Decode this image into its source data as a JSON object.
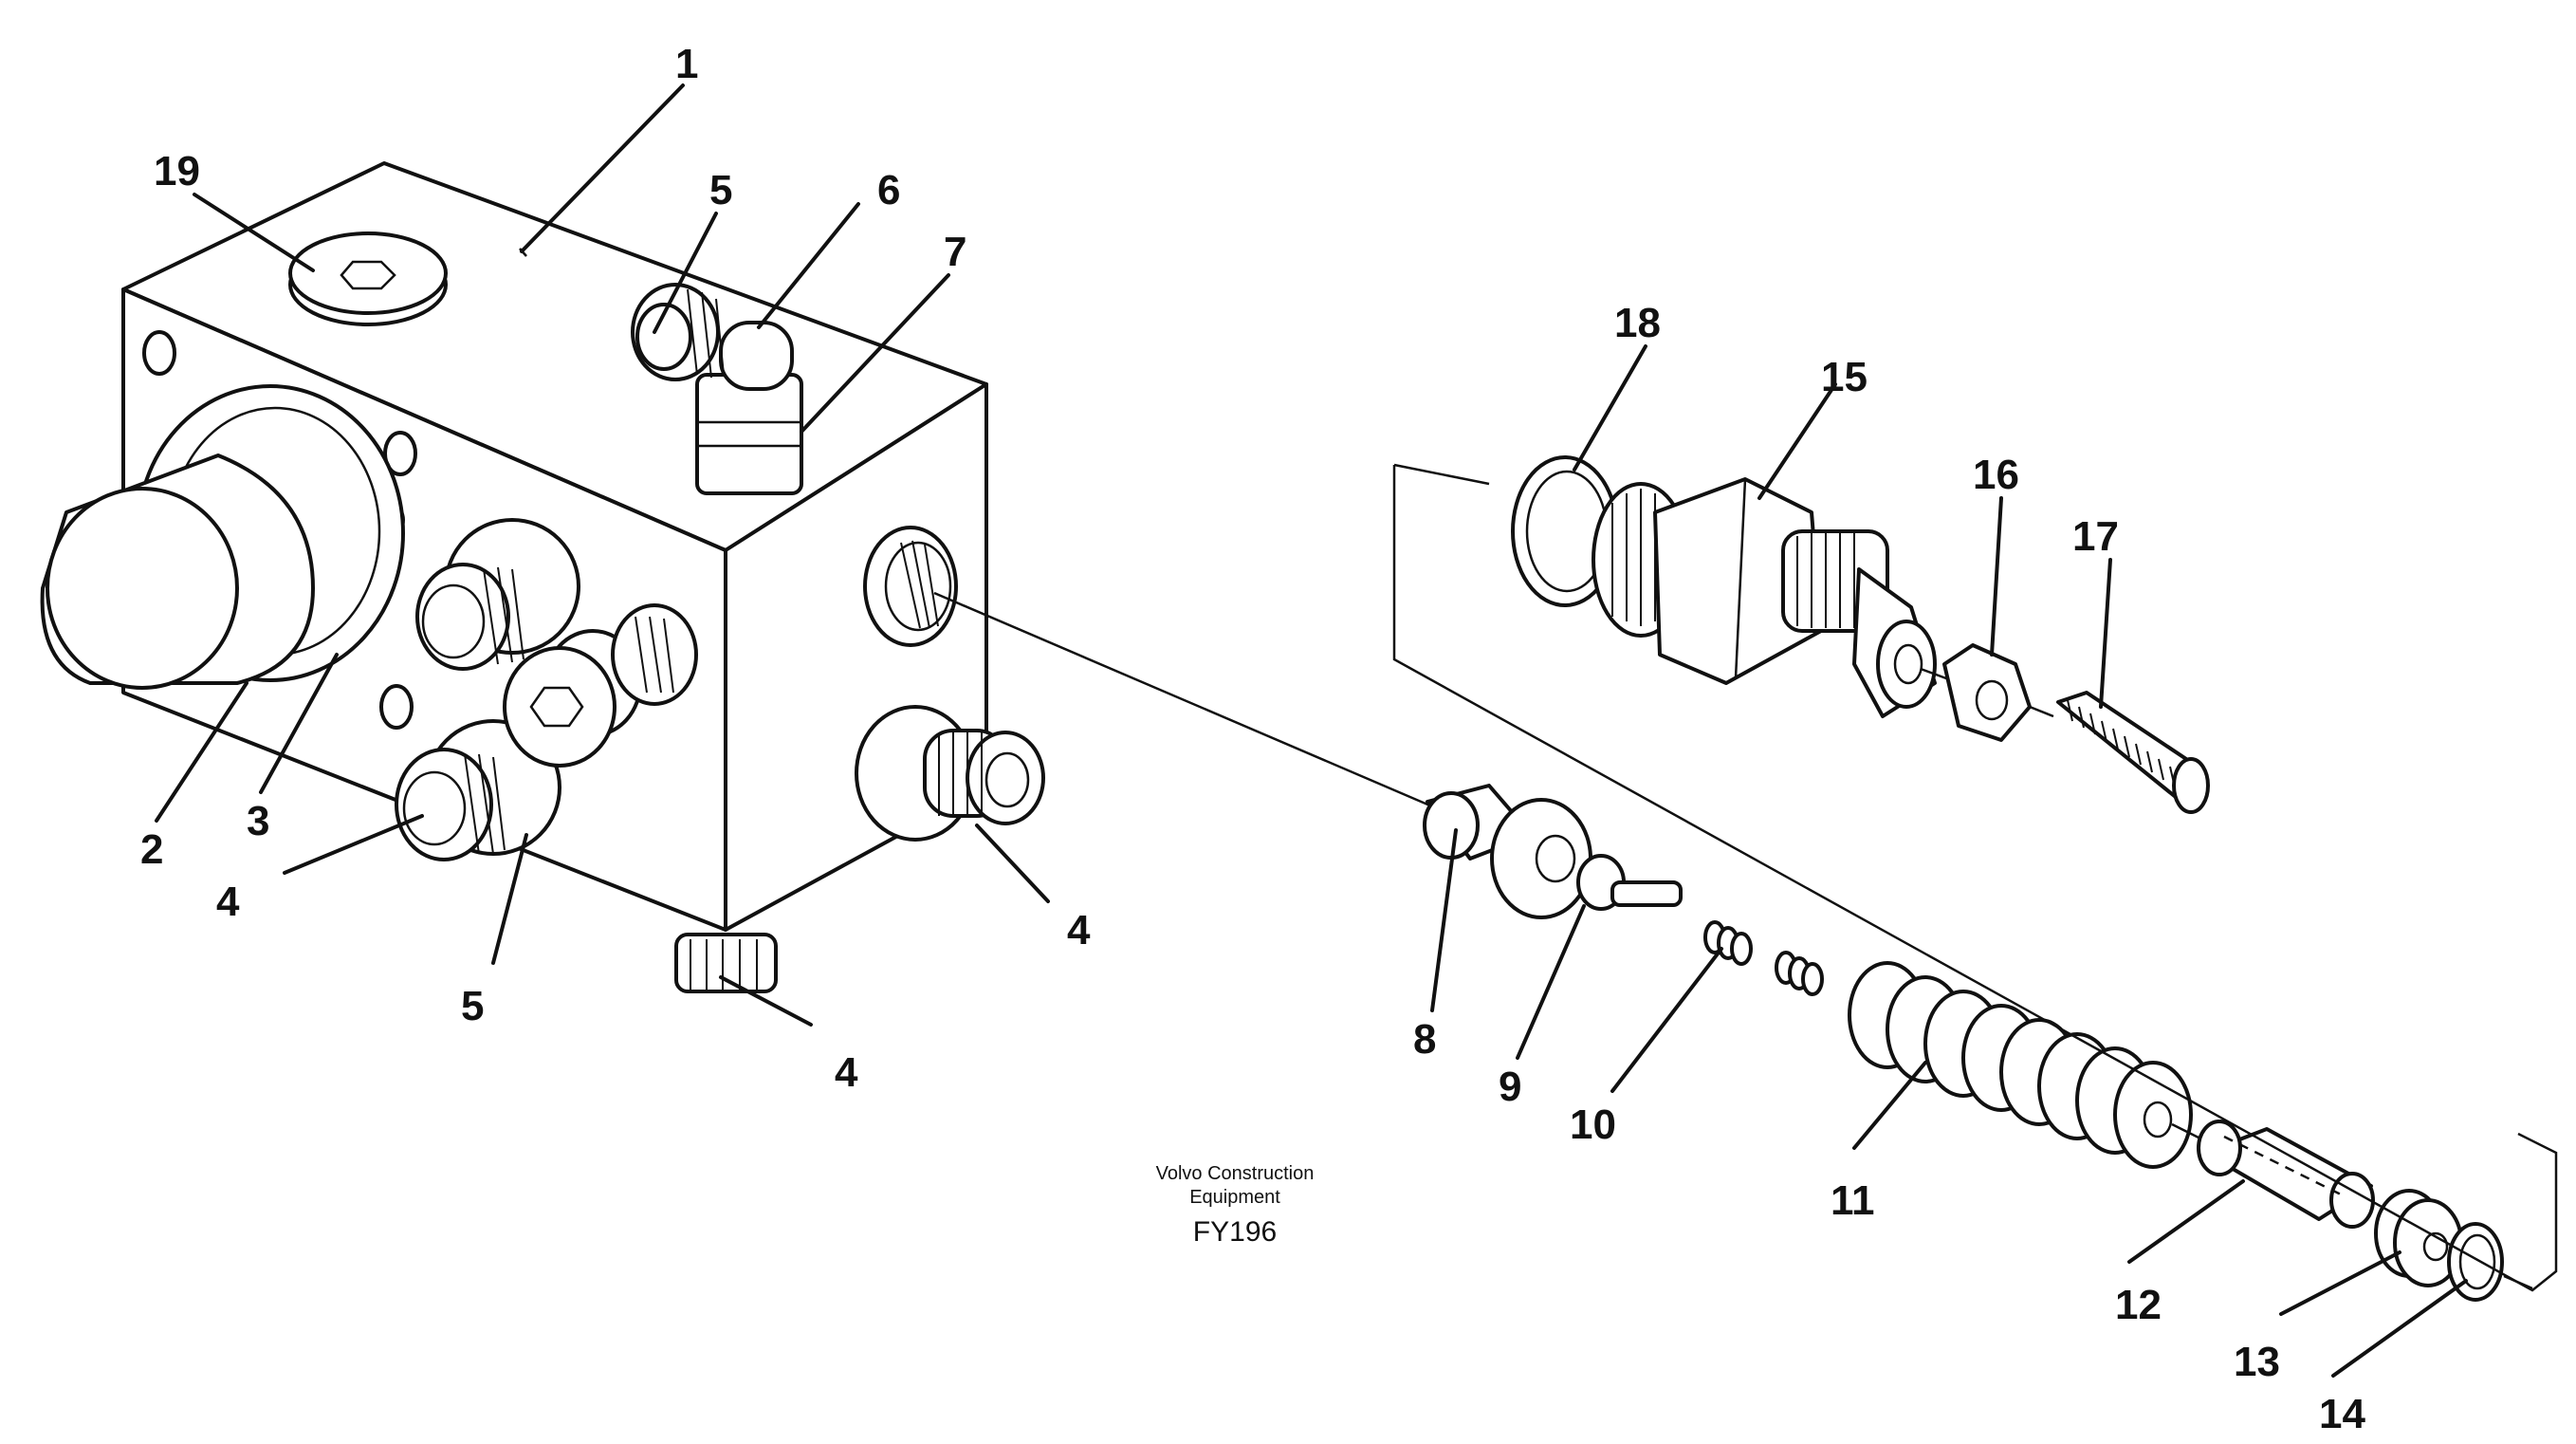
{
  "callouts": {
    "c1": "1",
    "c2": "2",
    "c3": "3",
    "c4a": "4",
    "c4b": "4",
    "c4c": "4",
    "c5a": "5",
    "c5b": "5",
    "c6": "6",
    "c7": "7",
    "c8": "8",
    "c9": "9",
    "c10": "10",
    "c11": "11",
    "c12": "12",
    "c13": "13",
    "c14": "14",
    "c15": "15",
    "c16": "16",
    "c17": "17",
    "c18": "18",
    "c19": "19"
  },
  "caption": {
    "line1": "Volvo Construction",
    "line2": "Equipment",
    "code": "FY196"
  }
}
